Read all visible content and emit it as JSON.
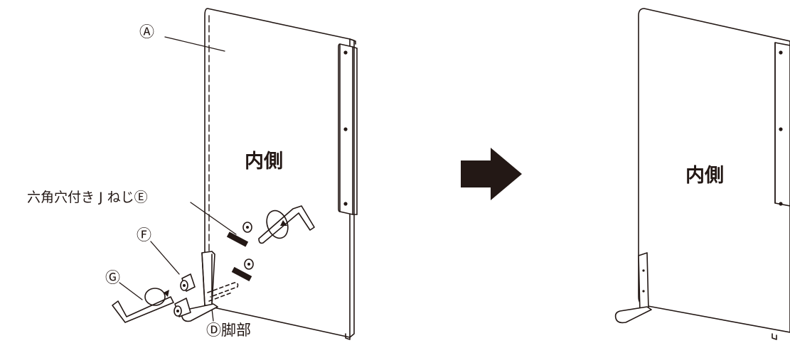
{
  "colors": {
    "ink": "#231815",
    "arrow": "#231815",
    "panel": "#ffffff"
  },
  "left_figure": {
    "panel_label": "Ⓐ",
    "side_text": "内側",
    "bolt_label": "六角穴付き J ねじⒺ",
    "washer_label": "Ⓕ",
    "wrench_label": "Ⓖ",
    "foot_label": "Ⓓ脚部"
  },
  "arrow": {
    "icon": "right-arrow-icon"
  },
  "right_figure": {
    "side_text": "内側"
  }
}
